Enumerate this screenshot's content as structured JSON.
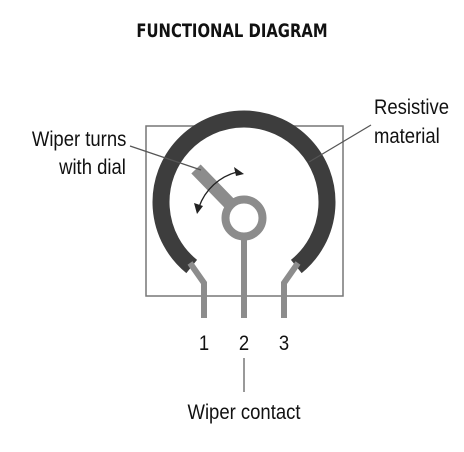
{
  "diagram": {
    "title": "FUNCTIONAL DIAGRAM",
    "labels": {
      "wiper_turns_line1": "Wiper turns",
      "wiper_turns_line2": "with dial",
      "resistive_line1": "Resistive",
      "resistive_line2": "material",
      "wiper_contact": "Wiper contact"
    },
    "pins": [
      "1",
      "2",
      "3"
    ],
    "colors": {
      "resistive_track": "#3d3d3d",
      "wiper": "#8c8c8c",
      "outline": "#666666",
      "text": "#111111"
    }
  }
}
